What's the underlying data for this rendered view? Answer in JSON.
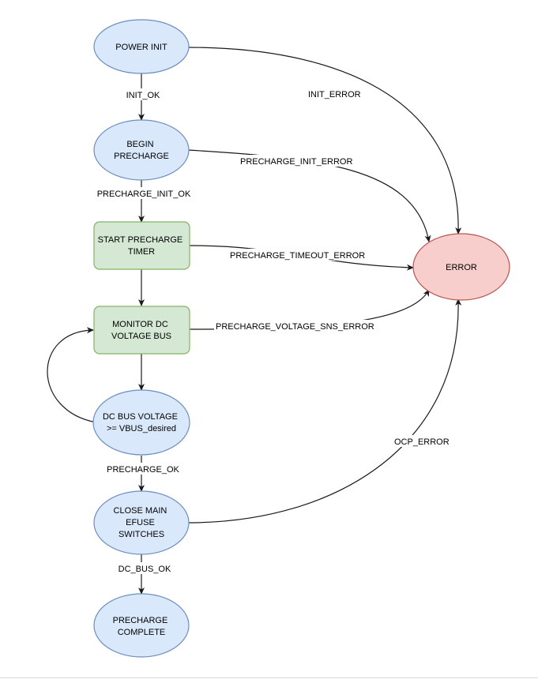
{
  "colors": {
    "state_fill": "#dae8fc",
    "state_stroke": "#6c8ebf",
    "process_fill": "#d5e8d4",
    "process_stroke": "#82b366",
    "error_fill": "#f8cecc",
    "error_stroke": "#b85450",
    "edge": "#1a1a1a"
  },
  "nodes": {
    "power_init": [
      "POWER INIT"
    ],
    "begin_precharge": [
      "BEGIN",
      "PRECHARGE"
    ],
    "start_timer": [
      "START PRECHARGE",
      "TIMER"
    ],
    "monitor_bus": [
      "MONITOR DC",
      "VOLTAGE BUS"
    ],
    "bus_check": [
      "DC BUS VOLTAGE",
      ">= VBUS_desired"
    ],
    "close_switches": [
      "CLOSE MAIN",
      "EFUSE",
      "SWITCHES"
    ],
    "complete": [
      "PRECHARGE",
      "COMPLETE"
    ],
    "error": [
      "ERROR"
    ]
  },
  "edges": {
    "init_ok": "INIT_OK",
    "precharge_init_ok": "PRECHARGE_INIT_OK",
    "precharge_ok": "PRECHARGE_OK",
    "dc_bus_ok": "DC_BUS_OK",
    "init_error": "INIT_ERROR",
    "precharge_init_error": "PRECHARGE_INIT_ERROR",
    "precharge_timeout_error": "PRECHARGE_TIMEOUT_ERROR",
    "precharge_voltage_sns_error": "PRECHARGE_VOLTAGE_SNS_ERROR",
    "ocp_error": "OCP_ERROR"
  }
}
